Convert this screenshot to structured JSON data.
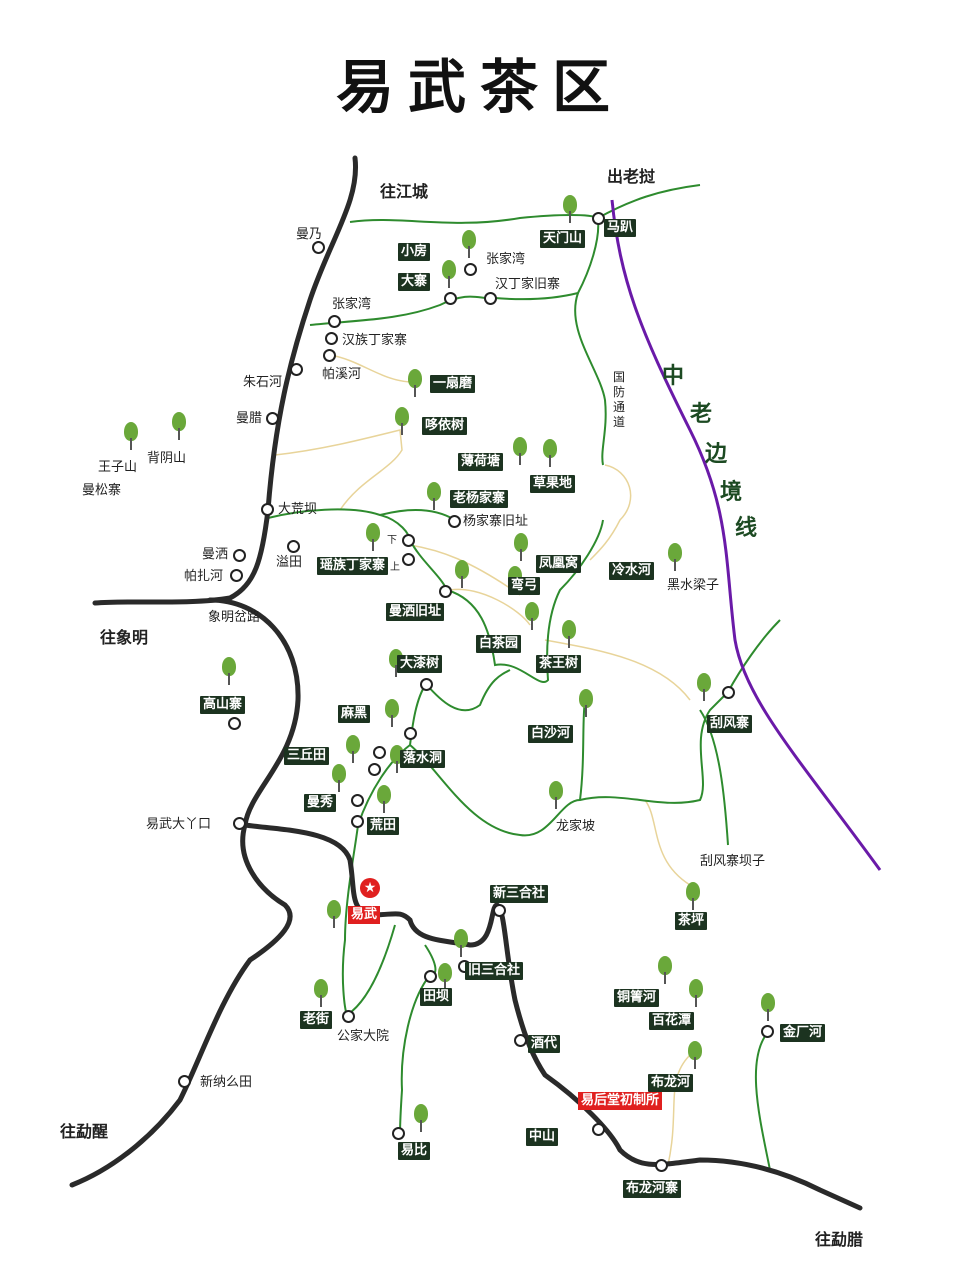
{
  "title": "易武茶区",
  "colors": {
    "main_road": "#2a2a2a",
    "tea_road": "#2e8b2e",
    "trail": "#e8d49a",
    "border": "#6a1aa8",
    "tag_bg": "#1c3320",
    "highlight": "#e0201f",
    "tree": "#6aa83a"
  },
  "border_label": [
    "中",
    "老",
    "边",
    "境",
    "线"
  ],
  "defense_road": "国防通道",
  "directions": {
    "jiangcheng": "往江城",
    "laos": "出老挝",
    "xiangming": "往象明",
    "mengxing": "往勐醒",
    "mengla": "往勐腊"
  },
  "highlights": {
    "yiwu": "易武",
    "factory": "易后堂初制所",
    "star_icon": "star-icon"
  },
  "tags": [
    "天门山",
    "马趴",
    "小房",
    "大寨",
    "一扇磨",
    "哆依树",
    "薄荷塘",
    "草果地",
    "老杨家寨",
    "瑶族丁家寨",
    "凤凰窝",
    "弯弓",
    "冷水河",
    "曼洒旧址",
    "白茶园",
    "茶王树",
    "大漆树",
    "高山寨",
    "麻黑",
    "白沙河",
    "刮风寨",
    "三丘田",
    "落水洞",
    "曼秀",
    "荒田",
    "茶坪",
    "新三合社",
    "旧三合社",
    "田坝",
    "老街",
    "铜箐河",
    "百花潭",
    "金厂河",
    "酒代",
    "布龙河",
    "中山",
    "易比",
    "布龙河寨"
  ],
  "places": [
    "曼乃",
    "张家湾",
    "汉丁家旧寨",
    "张家湾",
    "汉族丁家寨",
    "帕溪河",
    "朱石河",
    "曼腊",
    "王子山",
    "背阴山",
    "曼松寨",
    "大荒坝",
    "杨家寨旧址",
    "曼洒",
    "帕扎河",
    "溢田",
    "象明岔路",
    "黑水梁子",
    "易武大丫口",
    "龙家坡",
    "刮风寨坝子",
    "公家大院",
    "新纳么田",
    "下",
    "上"
  ]
}
